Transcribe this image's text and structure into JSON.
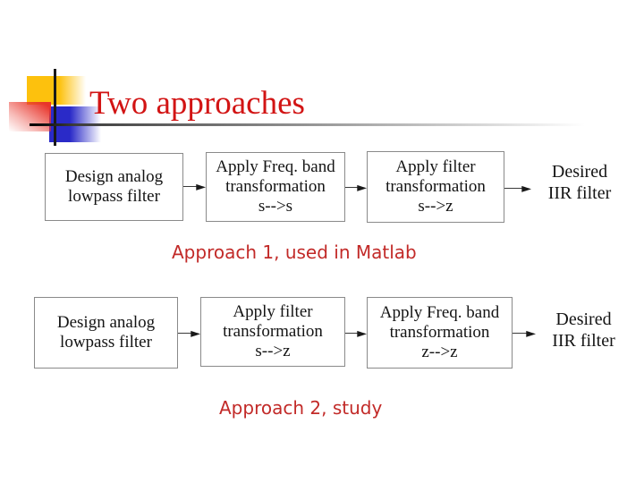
{
  "colors": {
    "title_red": "#d21414",
    "caption_red": "#c22a28",
    "box_border": "#8a8a8a",
    "box_text": "#141414",
    "line_black": "#1a1a1a",
    "deco_yellow": "#fdc10d",
    "deco_red": "#e8352b",
    "deco_blue": "#2a2ac8"
  },
  "icons": {
    "flow_arrow": "►"
  },
  "slide": {
    "title": "Two approaches",
    "rows": [
      {
        "boxes": [
          {
            "lines": [
              "Design analog",
              "lowpass filter"
            ]
          },
          {
            "lines": [
              "Apply Freq. band",
              "transformation",
              "s-->s"
            ]
          },
          {
            "lines": [
              "Apply filter",
              "transformation",
              "s-->z"
            ]
          }
        ],
        "end_label": {
          "lines": [
            "Desired",
            "IIR filter"
          ]
        },
        "caption": "Approach 1, used in Matlab"
      },
      {
        "boxes": [
          {
            "lines": [
              "Design analog",
              "lowpass filter"
            ]
          },
          {
            "lines": [
              "Apply filter",
              "transformation",
              "s-->z"
            ]
          },
          {
            "lines": [
              "Apply Freq. band",
              "transformation",
              "z-->z"
            ]
          }
        ],
        "end_label": {
          "lines": [
            "Desired",
            "IIR filter"
          ]
        },
        "caption": "Approach 2, study"
      }
    ]
  }
}
